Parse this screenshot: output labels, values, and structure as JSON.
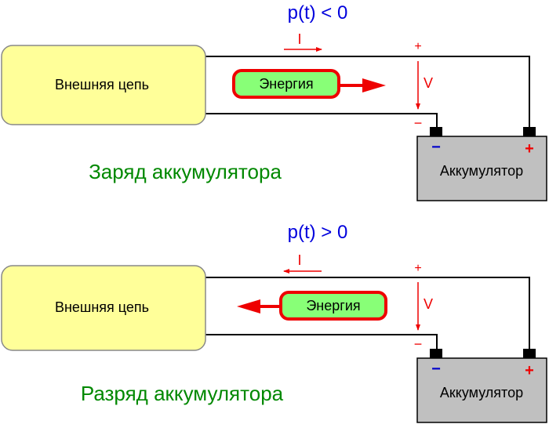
{
  "diagrams": [
    {
      "power_condition": "p(t) < 0",
      "external_circuit": "Внешняя цепь",
      "energy": "Энергия",
      "energy_direction": "to-battery",
      "current_label": "I",
      "current_direction": "to-battery",
      "voltage_label": "V",
      "plus": "+",
      "minus": "−",
      "battery": "Аккумулятор",
      "battery_minus": "−",
      "battery_plus": "+",
      "caption": "Заряд аккумулятора"
    },
    {
      "power_condition": "p(t) > 0",
      "external_circuit": "Внешняя цепь",
      "energy": "Энергия",
      "energy_direction": "to-circuit",
      "current_label": "I",
      "current_direction": "to-circuit",
      "voltage_label": "V",
      "plus": "+",
      "minus": "−",
      "battery": "Аккумулятор",
      "battery_minus": "−",
      "battery_plus": "+",
      "caption": "Разряд аккумулятора"
    }
  ],
  "colors": {
    "circuit_fill": "#ffff99",
    "circuit_stroke": "#888888",
    "battery_fill": "#c0c0c0",
    "energy_fill": "#88ff77",
    "energy_stroke": "#ee0000",
    "arrow": "#ee0000",
    "power_text": "#0000dd",
    "caption_text": "#008800",
    "battery_minus": "#0000cc",
    "battery_plus": "#ee0000"
  }
}
